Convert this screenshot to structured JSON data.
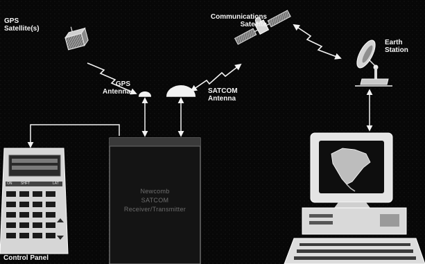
{
  "labels": {
    "gps_satellite": [
      "GPS",
      "Satellite(s)"
    ],
    "communications_satellite": [
      "Communications",
      "Satellite"
    ],
    "earth_station": [
      "Earth",
      "Station"
    ],
    "gps_antenna": [
      "GPS",
      "Antenna"
    ],
    "satcom_antenna": [
      "SATCOM",
      "Antenna"
    ],
    "receiver_transmitter": [
      "Newcomb",
      "SATCOM",
      "Receiver/Transmitter"
    ],
    "control_panel": "Control Panel",
    "keypad": {
      "on": "ON",
      "shift": "SHFT",
      "lat": "LAT"
    }
  },
  "colors": {
    "background": "#060606",
    "foreground": "#f2f2f2",
    "box_fill": "#141414",
    "muted_text": "#6e6e6e"
  },
  "icons": {
    "gps_satellite": "gps-satellite-icon",
    "communications_satellite": "communications-satellite-icon",
    "earth_station": "satellite-dish-icon",
    "gps_antenna": "dome-antenna-icon",
    "satcom_antenna": "dome-antenna-icon",
    "receiver_transmitter": "receiver-box",
    "control_panel": "keypad-device-icon",
    "computer": "desktop-computer-icon",
    "map": "north-america-map-icon"
  }
}
